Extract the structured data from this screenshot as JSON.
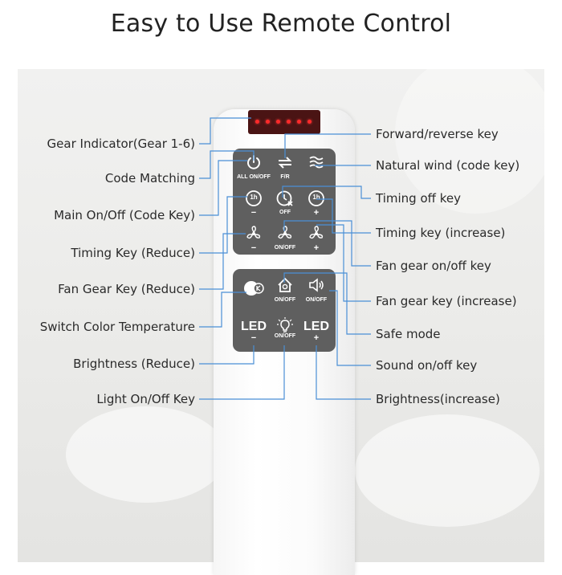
{
  "title": "Easy to Use Remote Control",
  "callouts": {
    "gear_indicator": "Gear Indicator(Gear 1-6)",
    "code_matching": "Code Matching",
    "main_onoff": "Main On/Off (Code Key)",
    "timing_reduce": "Timing Key (Reduce)",
    "fan_gear_reduce": "Fan Gear Key (Reduce)",
    "switch_color_temp": "Switch Color Temperature",
    "brightness_reduce": "Brightness (Reduce)",
    "light_onoff": "Light On/Off Key",
    "forward_reverse": "Forward/reverse key",
    "natural_wind": "Natural wind (code key)",
    "timing_off": "Timing off key",
    "timing_increase": "Timing key (increase)",
    "fan_gear_onoff": "Fan gear on/off key",
    "fan_gear_increase": "Fan gear key (increase)",
    "safe_mode": "Safe mode",
    "sound_onoff": "Sound on/off key",
    "brightness_increase": "Brightness(increase)"
  },
  "remote": {
    "all_onoff_label": "ALL ON/OFF",
    "fr_label": "F/R",
    "timer_1h": "1h",
    "off_label": "OFF",
    "onoff_label": "ON/OFF",
    "led_label": "LED",
    "minus": "−",
    "plus": "+"
  },
  "colors": {
    "callout_line": "#4a8fd6",
    "key_panel": "#5f5f5f",
    "indicator_led": "#ff2a2a",
    "display": "#4a1414"
  },
  "icons": [
    "power-icon",
    "reverse-arrows-icon",
    "wind-icon",
    "timer-reduce-icon",
    "timer-off-icon",
    "timer-increase-icon",
    "fan-reduce-icon",
    "fan-onoff-icon",
    "fan-increase-icon",
    "color-temperature-icon",
    "home-safe-icon",
    "speaker-icon",
    "light-bulb-icon"
  ]
}
